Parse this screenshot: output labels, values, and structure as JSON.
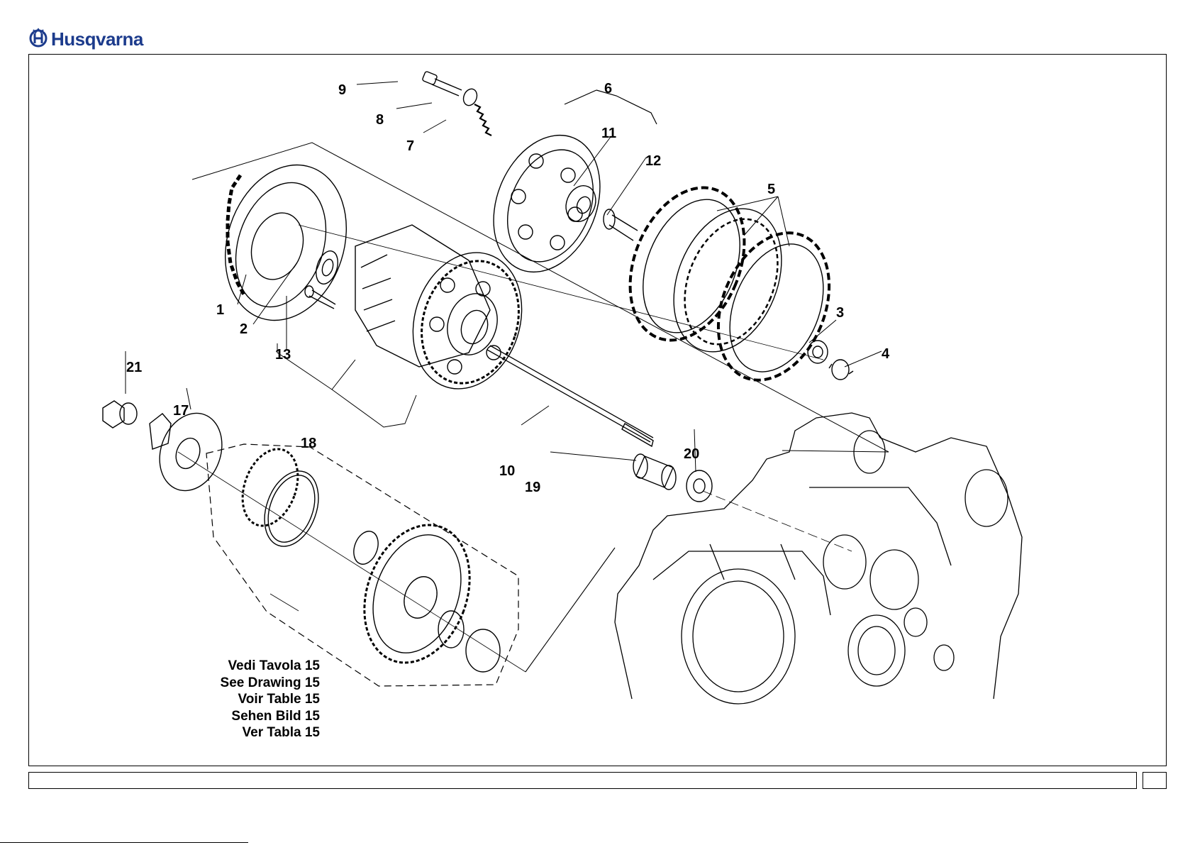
{
  "brand": {
    "name": "Husqvarna",
    "color": "#1c3b8c",
    "icon": "crown-h-logo-icon"
  },
  "diagram": {
    "callouts": [
      "1",
      "2",
      "3",
      "4",
      "5",
      "6",
      "7",
      "8",
      "9",
      "10",
      "11",
      "12",
      "13",
      "17",
      "18",
      "19",
      "20",
      "21"
    ],
    "reference_lines": [
      "Vedi Tavola 15",
      "See Drawing 15",
      "Voir Table 15",
      "Sehen Bild 15",
      "Ver Tabla 15"
    ]
  }
}
